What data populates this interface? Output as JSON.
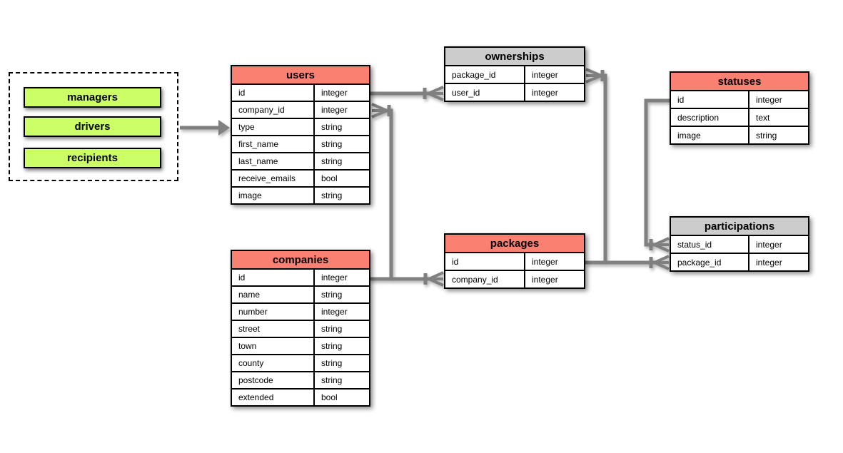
{
  "group": {
    "items": [
      {
        "label": "managers"
      },
      {
        "label": "drivers"
      },
      {
        "label": "recipients"
      }
    ]
  },
  "tables": {
    "users": {
      "title": "users",
      "fields": [
        {
          "name": "id",
          "type": "integer"
        },
        {
          "name": "company_id",
          "type": "integer"
        },
        {
          "name": "type",
          "type": "string"
        },
        {
          "name": "first_name",
          "type": "string"
        },
        {
          "name": "last_name",
          "type": "string"
        },
        {
          "name": "receive_emails",
          "type": "bool"
        },
        {
          "name": "image",
          "type": "string"
        }
      ]
    },
    "companies": {
      "title": "companies",
      "fields": [
        {
          "name": "id",
          "type": "integer"
        },
        {
          "name": "name",
          "type": "string"
        },
        {
          "name": "number",
          "type": "integer"
        },
        {
          "name": "street",
          "type": "string"
        },
        {
          "name": "town",
          "type": "string"
        },
        {
          "name": "county",
          "type": "string"
        },
        {
          "name": "postcode",
          "type": "string"
        },
        {
          "name": "extended",
          "type": "bool"
        }
      ]
    },
    "ownerships": {
      "title": "ownerships",
      "fields": [
        {
          "name": "package_id",
          "type": "integer"
        },
        {
          "name": "user_id",
          "type": "integer"
        }
      ]
    },
    "packages": {
      "title": "packages",
      "fields": [
        {
          "name": "id",
          "type": "integer"
        },
        {
          "name": "company_id",
          "type": "integer"
        }
      ]
    },
    "statuses": {
      "title": "statuses",
      "fields": [
        {
          "name": "id",
          "type": "integer"
        },
        {
          "name": "description",
          "type": "text"
        },
        {
          "name": "image",
          "type": "string"
        }
      ]
    },
    "participations": {
      "title": "participations",
      "fields": [
        {
          "name": "status_id",
          "type": "integer"
        },
        {
          "name": "package_id",
          "type": "integer"
        }
      ]
    }
  },
  "relationships": [
    {
      "from": "users.id",
      "to": "ownerships.user_id",
      "cardinality": "one-to-many"
    },
    {
      "from": "companies.id",
      "to": "users.company_id",
      "cardinality": "one-to-many"
    },
    {
      "from": "companies.id",
      "to": "packages.company_id",
      "cardinality": "one-to-many"
    },
    {
      "from": "packages.id",
      "to": "ownerships.package_id",
      "cardinality": "one-to-many"
    },
    {
      "from": "packages.id",
      "to": "participations.package_id",
      "cardinality": "one-to-many"
    },
    {
      "from": "statuses.id",
      "to": "participations.status_id",
      "cardinality": "one-to-many"
    },
    {
      "from": "user-groups",
      "to": "users.type",
      "cardinality": "arrow"
    }
  ],
  "colors": {
    "entity_header": "#FA8072",
    "join_header": "#CCCCCC",
    "group_item": "#CCFF66",
    "connector": "#808080",
    "border": "#000000",
    "background": "#FFFFFF"
  }
}
